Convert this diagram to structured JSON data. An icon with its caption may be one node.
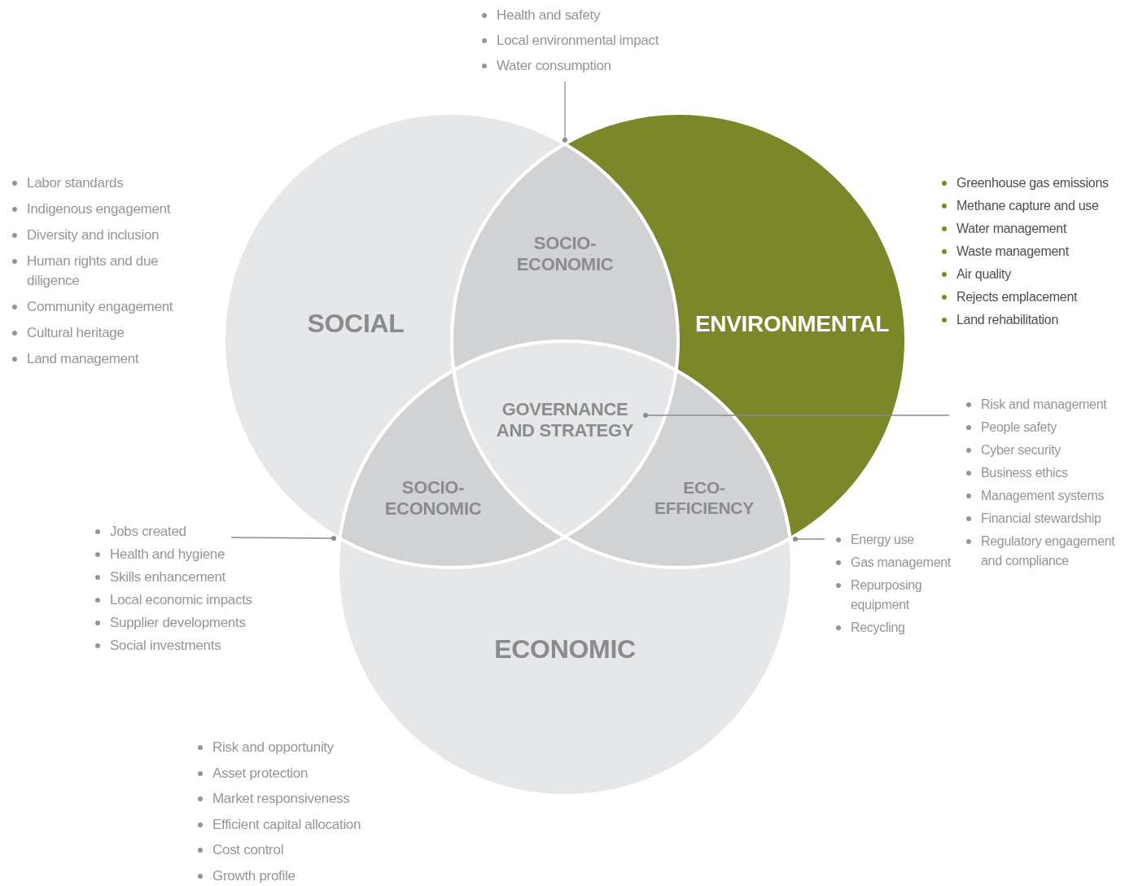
{
  "diagram": {
    "nodes": [
      {
        "text": [
          "SOCIAL"
        ]
      },
      {
        "text": [
          "ENVIRONMENTAL"
        ]
      },
      {
        "text": [
          "ECONOMIC"
        ]
      },
      {
        "text": [
          "SOCIO-ECONOMIC"
        ]
      },
      {
        "text": [
          "GOVERNANCE AND STRATEGY"
        ]
      },
      {
        "text": [
          "SOCIO-ECONOMIC"
        ]
      },
      {
        "text": [
          "ECO-EFFICIENCY"
        ]
      },
      {
        "text": [
          "Health and safety",
          "Local environmental impact",
          "Water consumption"
        ]
      },
      {
        "text": [
          "Labor standards",
          "Indigenous engagement",
          "Diversity and inclusion",
          "Human rights and due diligence",
          "Community engagement",
          "Cultural heritage",
          "Land management"
        ]
      },
      {
        "text": [
          "Greenhouse gas emissions",
          "Methane capture and use",
          "Water management",
          "Waste management",
          "Air quality",
          "Rejects emplacement",
          "Land rehabilitation"
        ]
      },
      {
        "text": [
          "Risk and management",
          "People safety",
          "Cyber security",
          "Business ethics",
          "Management systems",
          "Financial stewardship",
          "Regulatory engagement and compliance"
        ]
      },
      {
        "text": [
          "Energy use",
          "Gas management",
          "Repurposing equipment",
          "Recycling"
        ]
      },
      {
        "text": [
          "Jobs created",
          "Health and hygiene",
          "Skills enhancement",
          "Local economic impacts",
          "Supplier developments",
          "Social investments"
        ]
      },
      {
        "text": [
          "Risk and opportunity",
          "Asset protection",
          "Market responsiveness",
          "Efficient capital allocation",
          "Cost control",
          "Growth profile"
        ]
      }
    ],
    "edges": [
      {
        "from": 7,
        "to": 3,
        "arrow": "other"
      },
      {
        "from": 10,
        "to": 4,
        "arrow": "other"
      },
      {
        "from": 12,
        "to": 5,
        "arrow": "other"
      },
      {
        "from": 11,
        "to": 6,
        "arrow": "other"
      }
    ]
  }
}
